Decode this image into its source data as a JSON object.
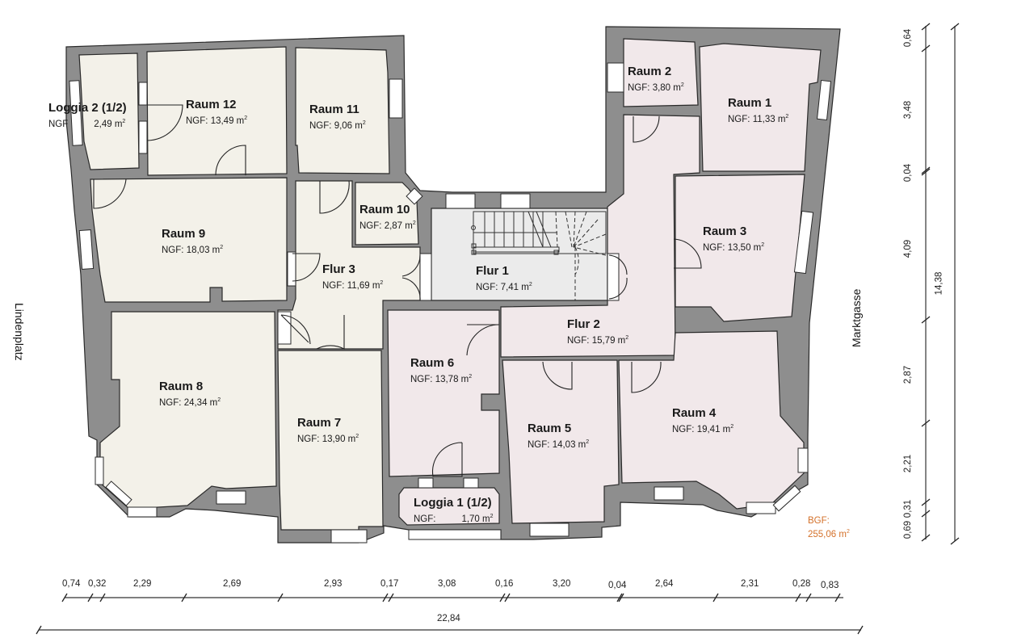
{
  "colors": {
    "wall": "#8e8e8e",
    "room_beige": "#f3f1e9",
    "room_pink": "#f1e8ea",
    "room_gray": "#ebebeb",
    "bgf_accent": "#d4712a"
  },
  "units": {
    "area": "m²"
  },
  "rooms": [
    {
      "id": "loggia2",
      "name": "Loggia 2 (1/2)",
      "ngf_label": "NGF",
      "area": "2,49",
      "fill": "beige"
    },
    {
      "id": "raum12",
      "name": "Raum 12",
      "ngf_label": "NGF:",
      "area": "13,49",
      "fill": "beige"
    },
    {
      "id": "raum11",
      "name": "Raum 11",
      "ngf_label": "NGF:",
      "area": "9,06",
      "fill": "beige"
    },
    {
      "id": "raum10",
      "name": "Raum 10",
      "ngf_label": "NGF:",
      "area": "2,87",
      "fill": "beige"
    },
    {
      "id": "raum9",
      "name": "Raum 9",
      "ngf_label": "NGF:",
      "area": "18,03",
      "fill": "beige"
    },
    {
      "id": "flur3",
      "name": "Flur 3",
      "ngf_label": "NGF:",
      "area": "11,69",
      "fill": "beige"
    },
    {
      "id": "raum8",
      "name": "Raum 8",
      "ngf_label": "NGF:",
      "area": "24,34",
      "fill": "beige"
    },
    {
      "id": "raum7",
      "name": "Raum 7",
      "ngf_label": "NGF:",
      "area": "13,90",
      "fill": "beige"
    },
    {
      "id": "flur1",
      "name": "Flur 1",
      "ngf_label": "NGF:",
      "area": "7,41",
      "fill": "gray"
    },
    {
      "id": "raum6",
      "name": "Raum 6",
      "ngf_label": "NGF:",
      "area": "13,78",
      "fill": "pink"
    },
    {
      "id": "loggia1",
      "name": "Loggia 1 (1/2)",
      "ngf_label": "NGF:",
      "area": "1,70",
      "fill": "pink"
    },
    {
      "id": "raum5",
      "name": "Raum 5",
      "ngf_label": "NGF:",
      "area": "14,03",
      "fill": "pink"
    },
    {
      "id": "flur2",
      "name": "Flur 2",
      "ngf_label": "NGF:",
      "area": "15,79",
      "fill": "pink"
    },
    {
      "id": "raum4",
      "name": "Raum 4",
      "ngf_label": "NGF:",
      "area": "19,41",
      "fill": "pink"
    },
    {
      "id": "raum3",
      "name": "Raum 3",
      "ngf_label": "NGF:",
      "area": "13,50",
      "fill": "pink"
    },
    {
      "id": "raum2",
      "name": "Raum 2",
      "ngf_label": "NGF:",
      "area": "3,80",
      "fill": "pink"
    },
    {
      "id": "raum1",
      "name": "Raum 1",
      "ngf_label": "NGF:",
      "area": "11,33",
      "fill": "pink"
    }
  ],
  "streets": {
    "left": "Lindenplatz",
    "right": "Marktgasse"
  },
  "bgf": {
    "label": "BGF:",
    "value": "255,06"
  },
  "dimensions": {
    "horizontal_segments": [
      "0,74",
      "0,32",
      "2,29",
      "2,69",
      "2,93",
      "0,17",
      "3,08",
      "0,16",
      "3,20",
      "0,04",
      "2,64",
      "2,31",
      "0,28",
      "0,83"
    ],
    "horizontal_total": "22,84",
    "vertical_segments": [
      "0,64",
      "3,48",
      "0,04",
      "4,09",
      "2,87",
      "2,21",
      "0,31",
      "0,69"
    ],
    "vertical_total": "14,38"
  }
}
